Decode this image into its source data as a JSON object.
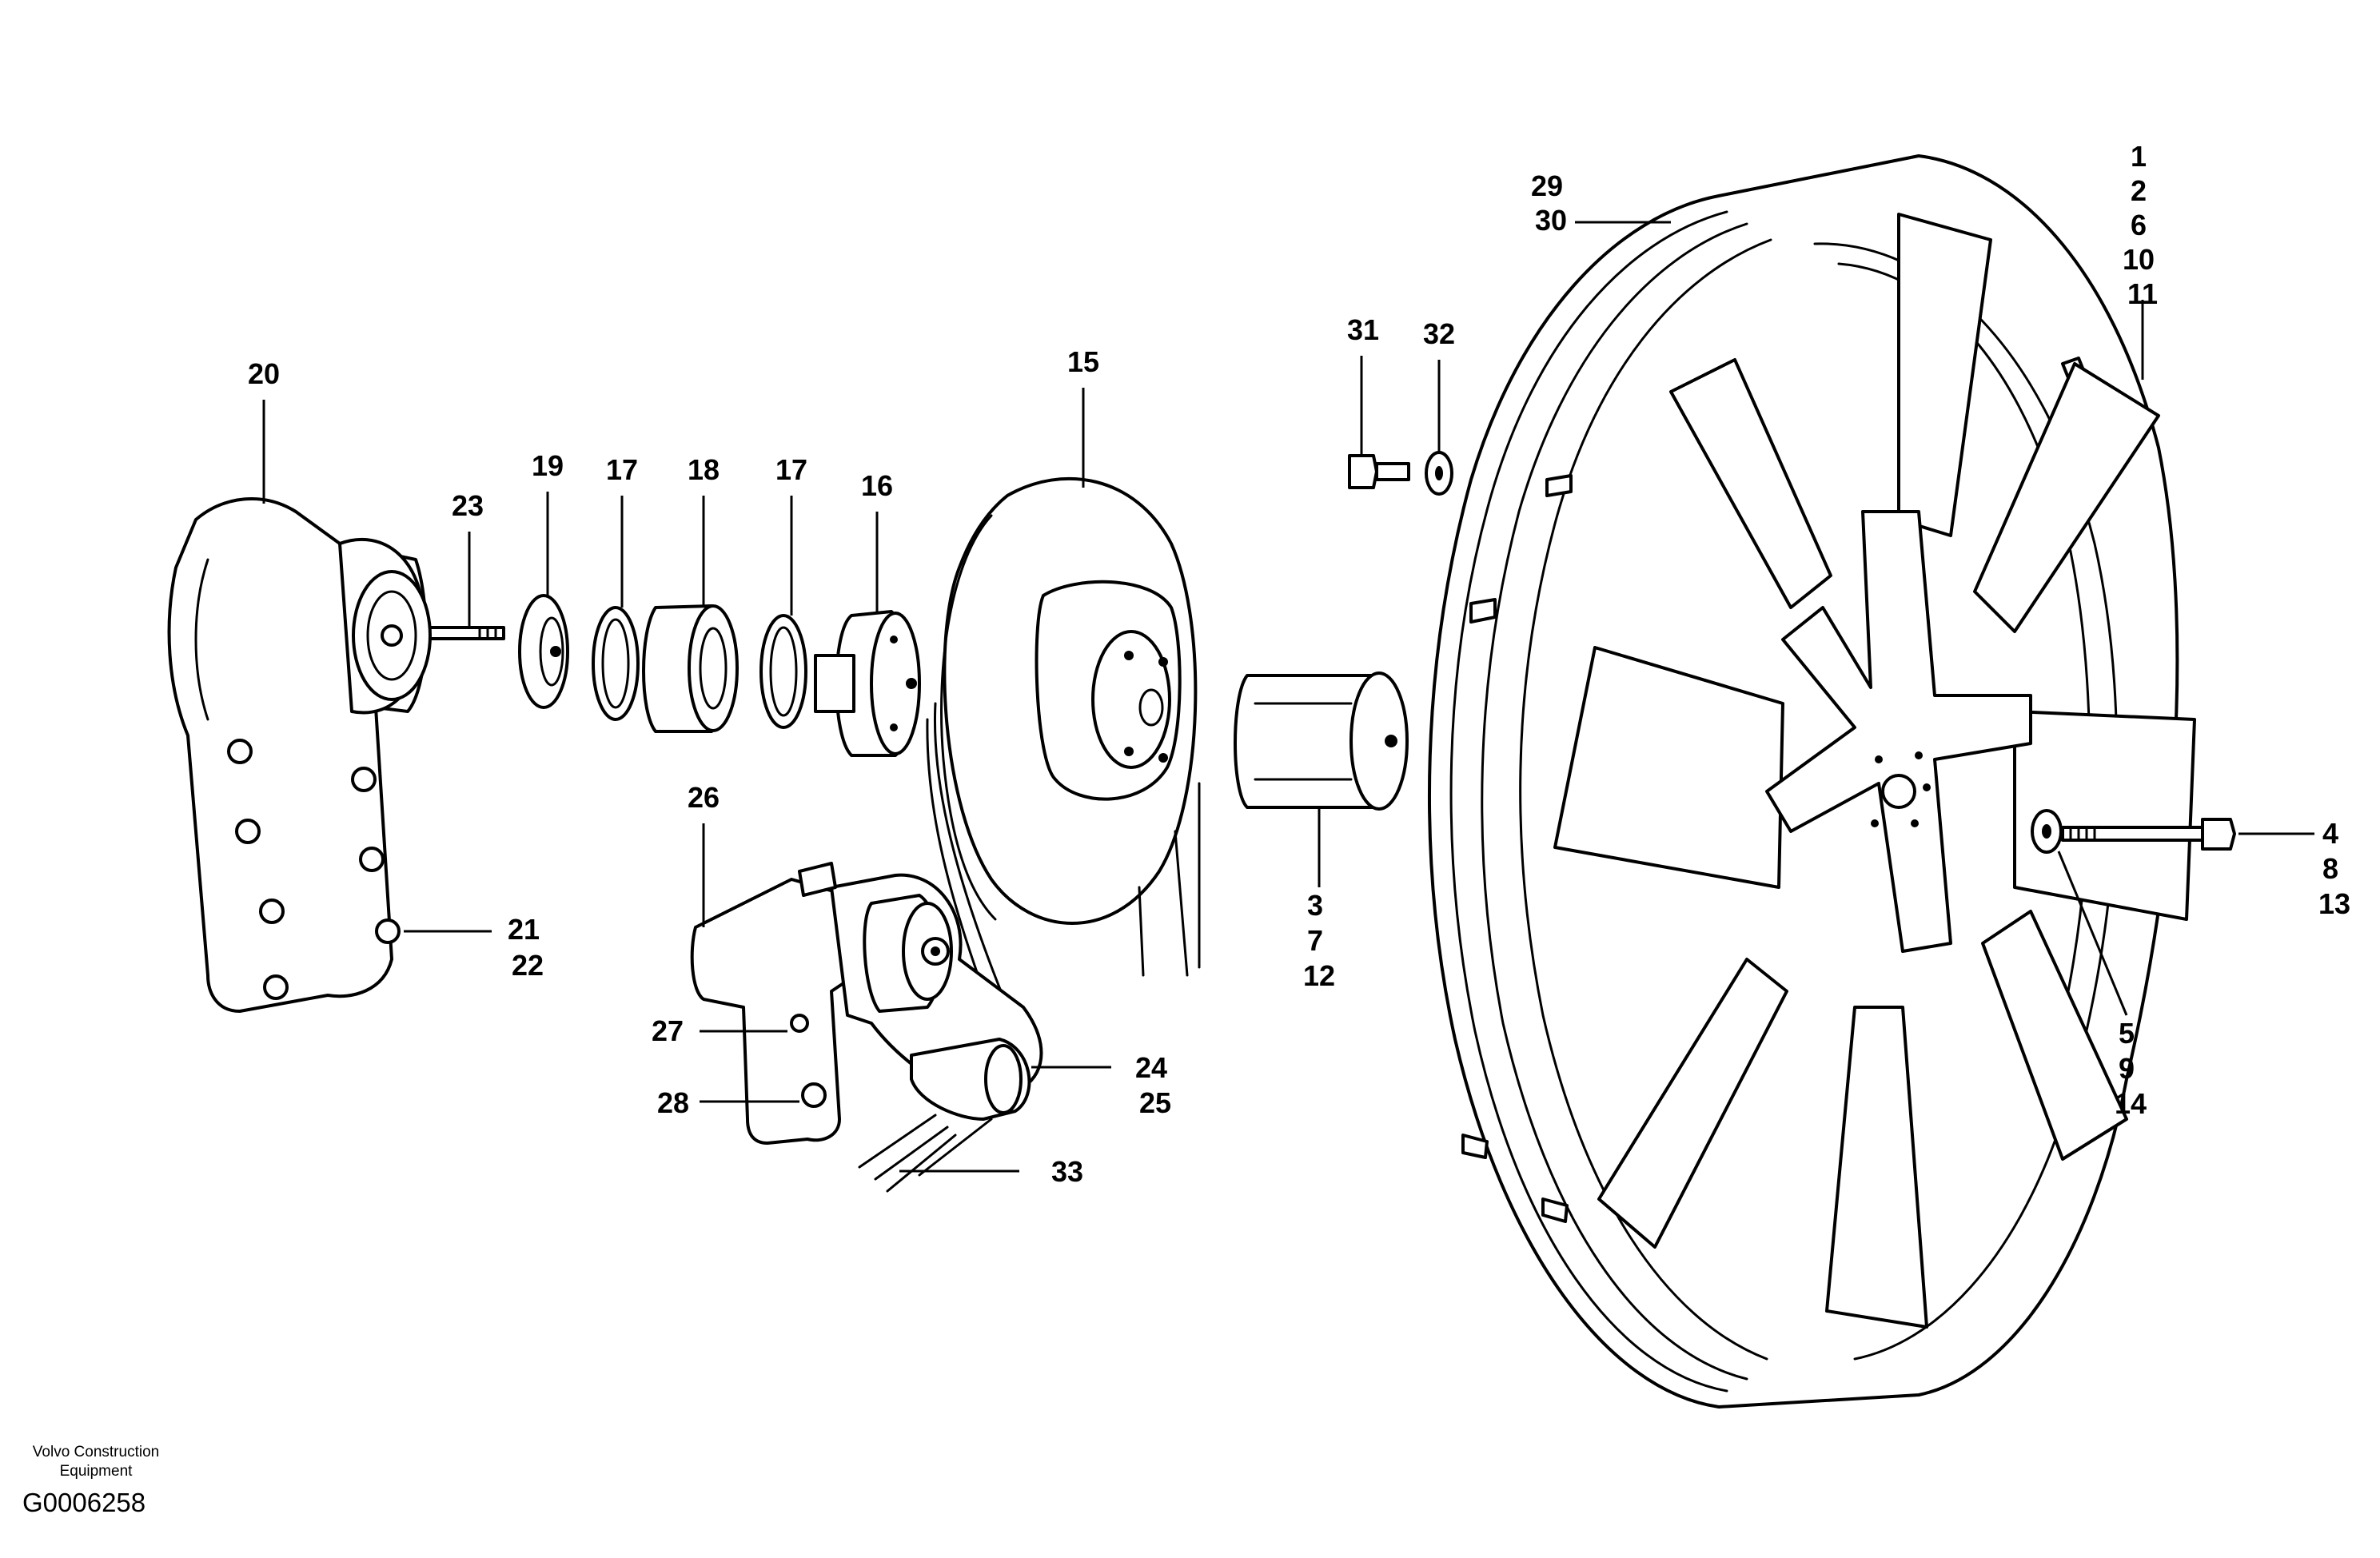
{
  "callouts": [
    {
      "id": "c1",
      "lines": [
        "1",
        "2",
        "6",
        "10",
        "11"
      ]
    },
    {
      "id": "c29",
      "lines": [
        "29",
        "30"
      ]
    },
    {
      "id": "c31",
      "lines": [
        "31"
      ]
    },
    {
      "id": "c32",
      "lines": [
        "32"
      ]
    },
    {
      "id": "c20",
      "lines": [
        "20"
      ]
    },
    {
      "id": "c15",
      "lines": [
        "15"
      ]
    },
    {
      "id": "c23",
      "lines": [
        "23"
      ]
    },
    {
      "id": "c19",
      "lines": [
        "19"
      ]
    },
    {
      "id": "c17a",
      "lines": [
        "17"
      ]
    },
    {
      "id": "c18",
      "lines": [
        "18"
      ]
    },
    {
      "id": "c17b",
      "lines": [
        "17"
      ]
    },
    {
      "id": "c16",
      "lines": [
        "16"
      ]
    },
    {
      "id": "c26",
      "lines": [
        "26"
      ]
    },
    {
      "id": "c4",
      "lines": [
        "4",
        "8",
        "13"
      ]
    },
    {
      "id": "c3",
      "lines": [
        "3",
        "7",
        "12"
      ]
    },
    {
      "id": "c21",
      "lines": [
        "21",
        "22"
      ]
    },
    {
      "id": "c27",
      "lines": [
        "27"
      ]
    },
    {
      "id": "c28",
      "lines": [
        "28"
      ]
    },
    {
      "id": "c24",
      "lines": [
        "24",
        "25"
      ]
    },
    {
      "id": "c33",
      "lines": [
        "33"
      ]
    },
    {
      "id": "c5",
      "lines": [
        "5",
        "9",
        "14"
      ]
    }
  ],
  "footer": {
    "company_line1": "Volvo Construction",
    "company_line2": "Equipment",
    "drawing_number": "G0006258"
  }
}
